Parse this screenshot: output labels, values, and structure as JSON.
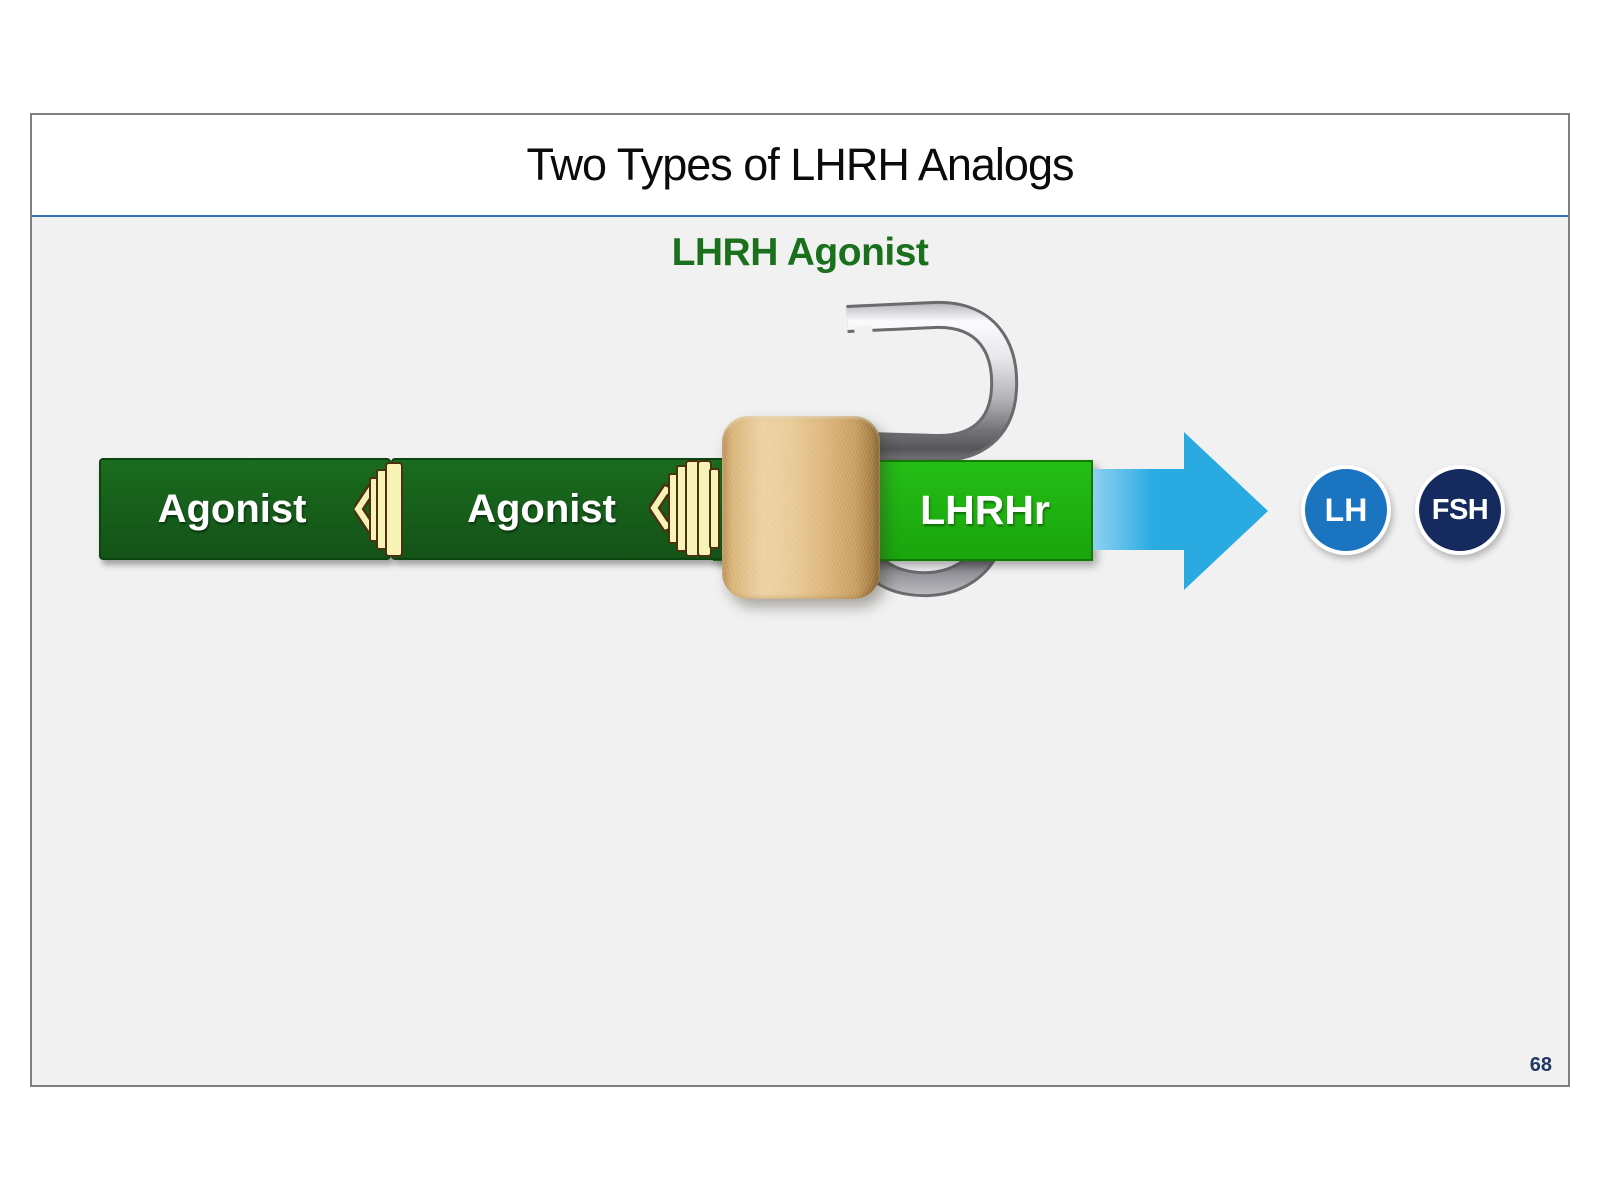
{
  "slide": {
    "title": "Two Types of LHRH Analogs",
    "heading": "LHRH Agonist",
    "page_number": "68"
  },
  "diagram": {
    "bars": [
      {
        "label": "Agonist"
      },
      {
        "label": "Agonist"
      }
    ],
    "receptor": {
      "label": "LHRHr"
    },
    "hormones": [
      {
        "label": "LH",
        "color": "#1b74c0"
      },
      {
        "label": "FSH",
        "color": "#152a5e"
      }
    ],
    "icons": {
      "key": "key-icon",
      "padlock_body": "padlock-body-icon",
      "shackle": "padlock-open-shackle-icon",
      "arrow": "right-arrow-icon"
    }
  },
  "colors": {
    "slide_border": "#7f7f7f",
    "divider_blue": "#2e74b5",
    "content_background": "#f1f1f2",
    "heading_green": "#1a701c",
    "bar_green": "#17611b",
    "receptor_green": "#1eb412",
    "arrow_blue": "#29abe2",
    "lh_blue": "#1b74c0",
    "fsh_navy": "#152a5e",
    "page_number_navy": "#1f3864",
    "padlock_brass": "#e3c18a",
    "key_cream": "#f7f2b6"
  }
}
